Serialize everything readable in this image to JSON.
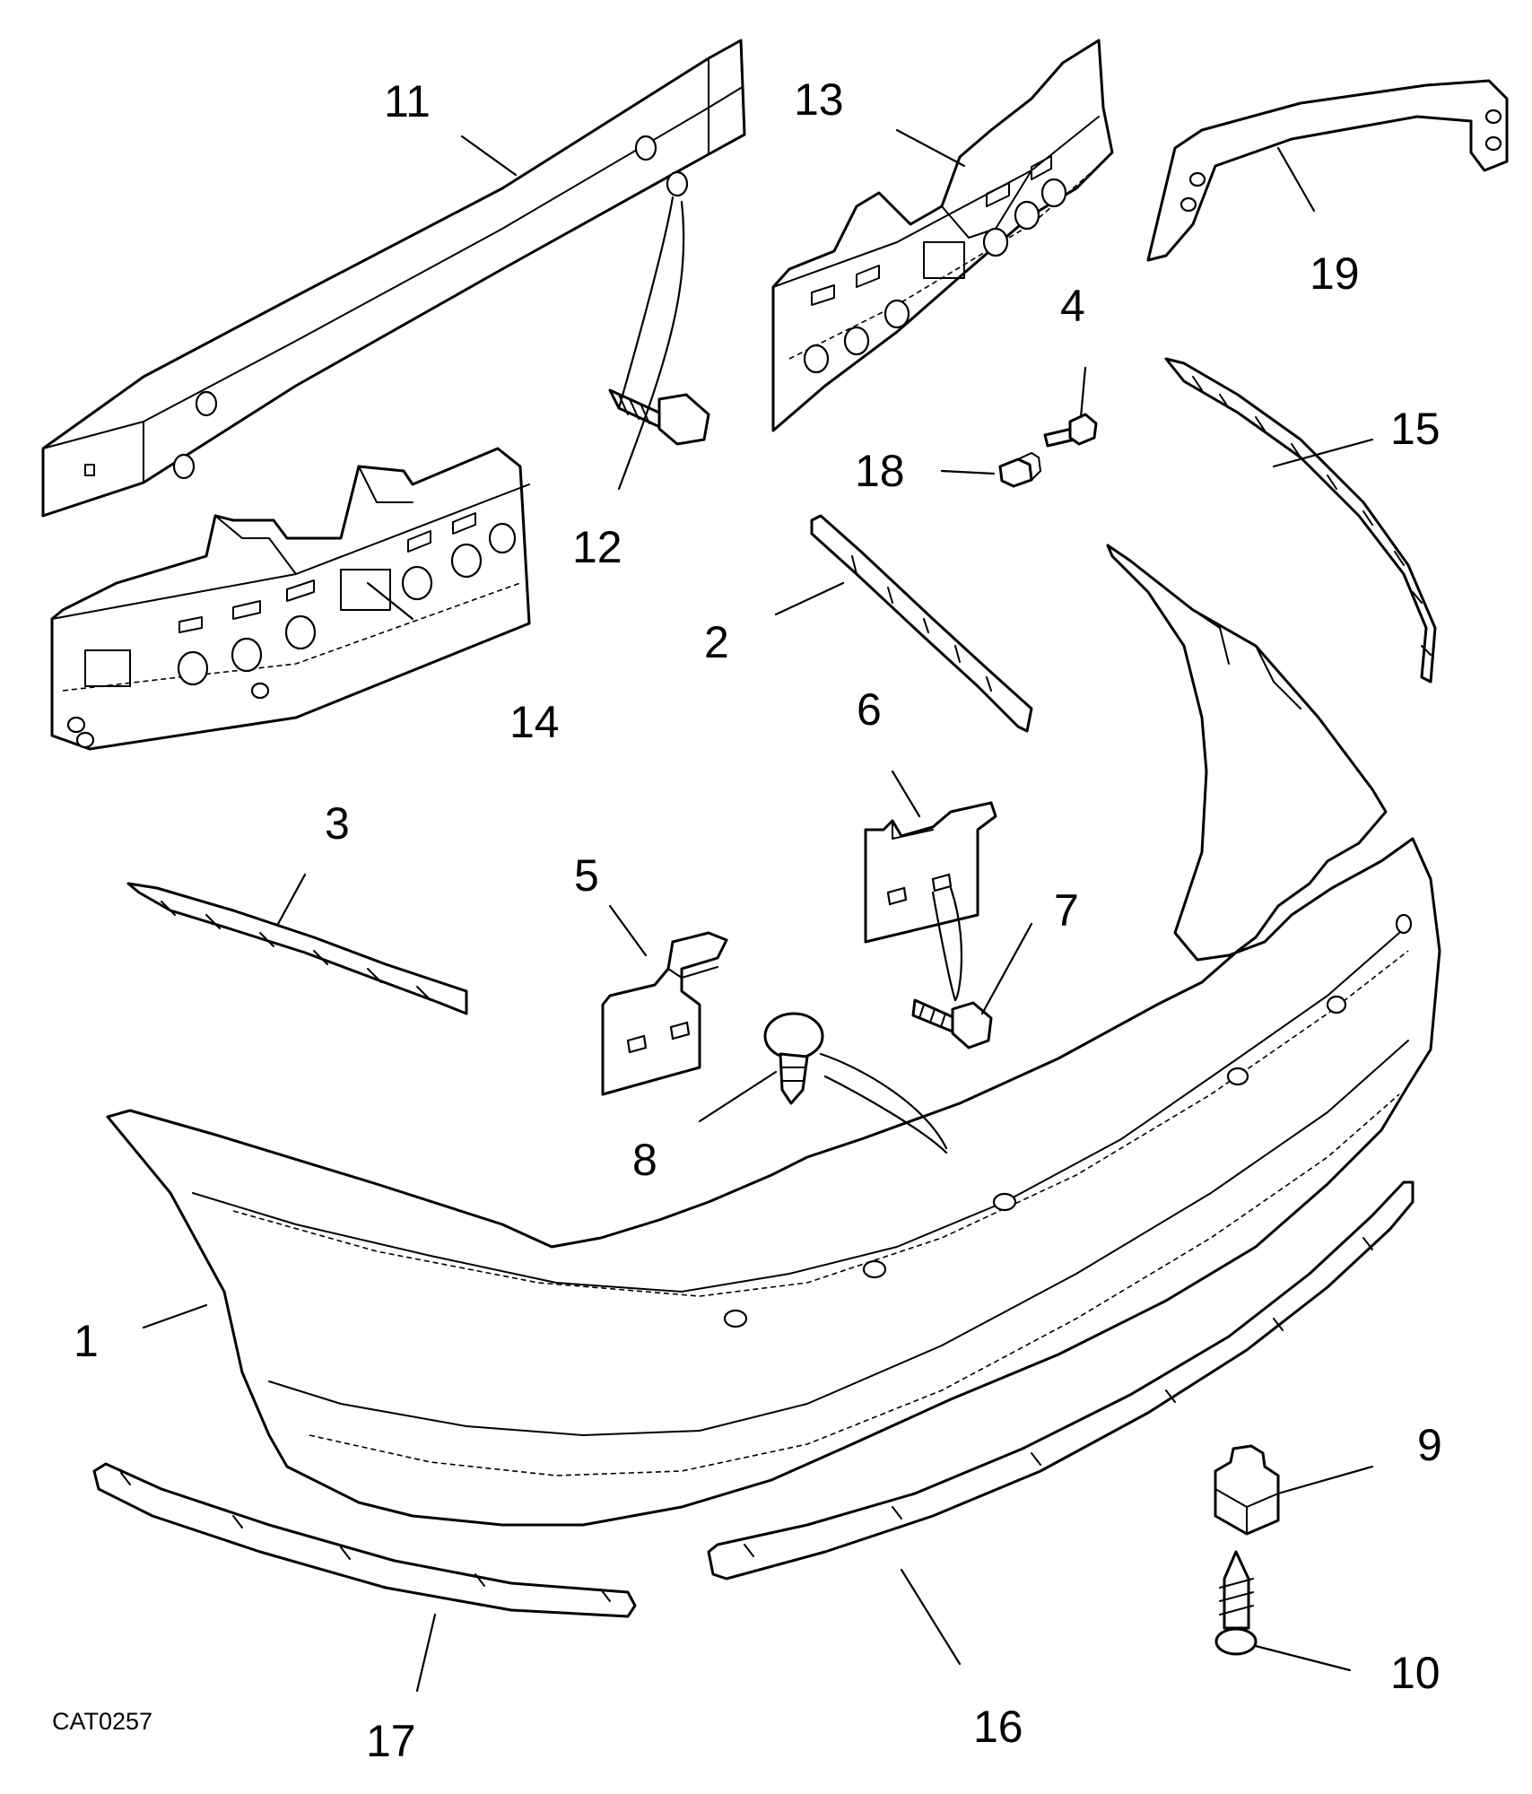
{
  "callouts": {
    "c1": "1",
    "c2": "2",
    "c3": "3",
    "c4": "4",
    "c5": "5",
    "c6": "6",
    "c7": "7",
    "c8": "8",
    "c9": "9",
    "c10": "10",
    "c11": "11",
    "c12": "12",
    "c13": "13",
    "c14": "14",
    "c15": "15",
    "c16": "16",
    "c17": "17",
    "c18": "18",
    "c19": "19"
  },
  "catalog_code": "CAT0257"
}
